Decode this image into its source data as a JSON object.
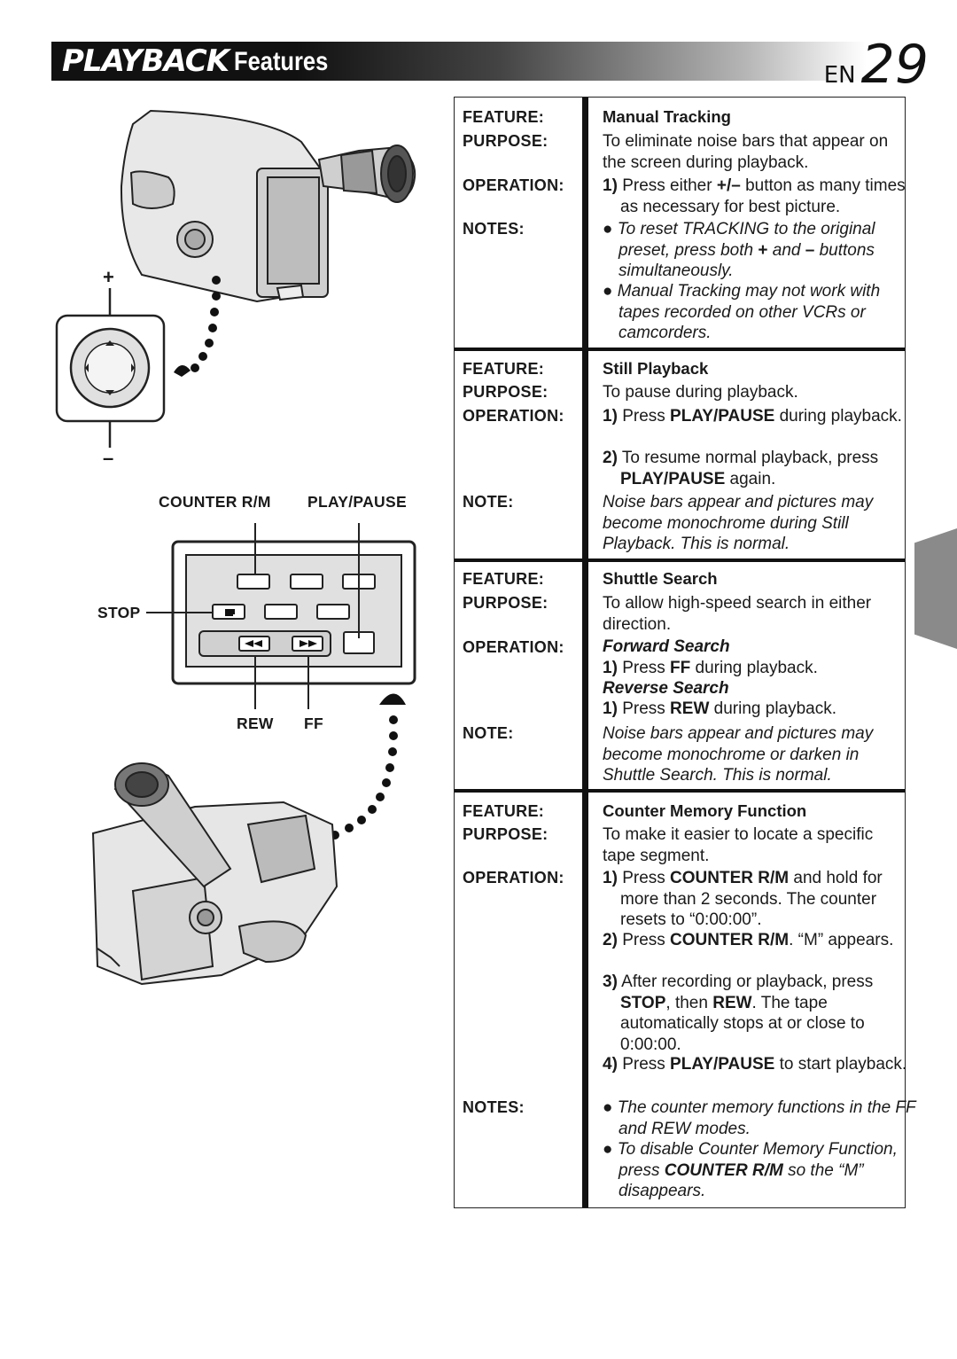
{
  "header": {
    "title_italic": "PLAYBACK",
    "title_rest": "Features",
    "lang": "EN",
    "page": "29"
  },
  "illustration": {
    "plus": "+",
    "minus": "–",
    "counter_label": "COUNTER R/M",
    "playpause_label": "PLAY/PAUSE",
    "stop_label": "STOP",
    "rew_label": "REW",
    "ff_label": "FF"
  },
  "labels": {
    "feature": "FEATURE:",
    "purpose": "PURPOSE:",
    "operation": "OPERATION:",
    "notes": "NOTES:",
    "note": "NOTE:"
  },
  "sections": [
    {
      "title": "Manual Tracking",
      "purpose": "To eliminate noise bars that appear on the screen during playback.",
      "op1_num": "1)",
      "op1_a": "Press either ",
      "op1_b": "+/–",
      "op1_c": " button as many times as necessary for best picture.",
      "note1_a": "To reset TRACKING to the original preset, press both ",
      "note1_b": "+",
      "note1_c": " and ",
      "note1_d": "–",
      "note1_e": " buttons simultaneously.",
      "note2": "Manual Tracking may not work with tapes recorded on other VCRs or camcorders."
    },
    {
      "title": "Still Playback",
      "purpose": "To pause during playback.",
      "op1_num": "1)",
      "op1_a": "Press ",
      "op1_b": "PLAY/PAUSE",
      "op1_c": " during playback.",
      "op2_num": "2)",
      "op2_a": "To resume normal playback, press ",
      "op2_b": "PLAY/PAUSE",
      "op2_c": " again.",
      "note": "Noise bars appear and pictures may become monochrome during Still Playback. This is normal."
    },
    {
      "title": "Shuttle Search",
      "purpose": "To allow high-speed search in either direction.",
      "fwd_title": "Forward Search",
      "fwd_num": "1)",
      "fwd_a": "Press ",
      "fwd_b": "FF",
      "fwd_c": " during playback.",
      "rev_title": "Reverse Search",
      "rev_num": "1)",
      "rev_a": "Press ",
      "rev_b": "REW",
      "rev_c": " during playback.",
      "note": "Noise bars appear and pictures may become monochrome or darken in Shuttle Search. This is normal."
    },
    {
      "title": "Counter Memory Function",
      "purpose": "To make it easier to locate a specific tape segment.",
      "op1_num": "1)",
      "op1_a": "Press ",
      "op1_b": "COUNTER R/M",
      "op1_c": " and hold for more than 2 seconds. The counter resets to “0:00:00”.",
      "op2_num": "2)",
      "op2_a": "Press ",
      "op2_b": "COUNTER R/M",
      "op2_c": ". “M” appears.",
      "op3_num": "3)",
      "op3_a": "After recording or playback, press ",
      "op3_b": "STOP",
      "op3_c": ", then ",
      "op3_d": "REW",
      "op3_e": ". The tape automatically stops at or close to 0:00:00.",
      "op4_num": "4)",
      "op4_a": "Press ",
      "op4_b": "PLAY/PAUSE",
      "op4_c": " to start playback.",
      "note1": "The counter memory functions in the FF and REW modes.",
      "note2_a": "To disable Counter Memory Function, press ",
      "note2_b": "COUNTER R/M",
      "note2_c": " so the “M” disappears."
    }
  ]
}
